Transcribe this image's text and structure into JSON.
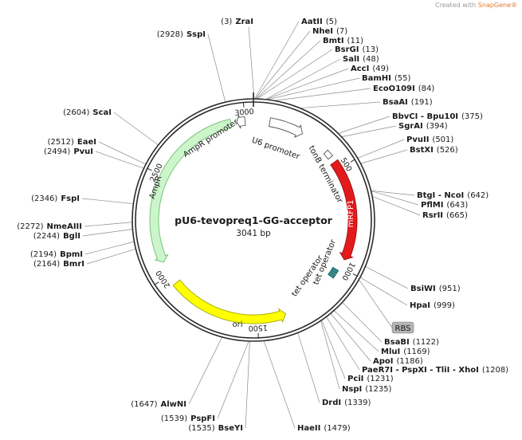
{
  "plasmid": {
    "name": "pU6-tevopreq1-GG-acceptor",
    "length_label": "3041 bp",
    "length": 3041
  },
  "watermark": {
    "prefix": "Created with ",
    "brand": "SnapGene®"
  },
  "ruler": {
    "ticks": [
      {
        "pos": 500,
        "label": "500"
      },
      {
        "pos": 1000,
        "label": "1000"
      },
      {
        "pos": 1500,
        "label": "1500"
      },
      {
        "pos": 2000,
        "label": "2000"
      },
      {
        "pos": 2500,
        "label": "2500"
      },
      {
        "pos": 3000,
        "label": "3000"
      }
    ]
  },
  "features": [
    {
      "id": "ampr-promoter",
      "name": "AmpR promoter",
      "start": 2960,
      "end": 3000,
      "direction": "reverse",
      "color": "#ffffff",
      "stroke": "#555555"
    },
    {
      "id": "ampr",
      "name": "AmpR",
      "start": 2068,
      "end": 2930,
      "direction": "reverse",
      "color": "#ccf5cc",
      "stroke": "#6cbf6c"
    },
    {
      "id": "u6-promoter",
      "name": "U6 promoter",
      "start": 80,
      "end": 250,
      "direction": "forward",
      "color": "#ffffff",
      "stroke": "#555555"
    },
    {
      "id": "tonb-terminator",
      "name": "tonB terminator",
      "start": 395,
      "end": 430,
      "direction": "none",
      "color": "#ffffff",
      "stroke": "#555555"
    },
    {
      "id": "mrfp1",
      "name": "mRFP1",
      "start": 460,
      "end": 960,
      "direction": "forward",
      "color": "#e31a1c",
      "stroke": "#9c1010"
    },
    {
      "id": "tet-operator-1",
      "name": "tet operator",
      "start": 1020,
      "end": 1040,
      "direction": "none",
      "color": "#2e8b8b",
      "stroke": "#1f5f5f"
    },
    {
      "id": "tet-operator-2",
      "name": "tet operator",
      "start": 1045,
      "end": 1065,
      "direction": "none",
      "color": "#2e8b8b",
      "stroke": "#1f5f5f"
    },
    {
      "id": "ori",
      "name": "ori",
      "start": 1360,
      "end": 1950,
      "direction": "reverse",
      "color": "#ffff00",
      "stroke": "#a6a600"
    },
    {
      "id": "rbs",
      "name": "RBS",
      "start": 1004,
      "end": 1014,
      "direction": "none",
      "color": "#b4b4b4",
      "stroke": "#7a7a7a"
    }
  ],
  "sites_right": [
    {
      "name": "ZraI",
      "pos": "(3)",
      "bp": 3
    },
    {
      "name": "AatII",
      "pos": "(5)",
      "bp": 5
    },
    {
      "name": "NheI",
      "pos": "(7)",
      "bp": 7
    },
    {
      "name": "BmtI",
      "pos": "(11)",
      "bp": 11
    },
    {
      "name": "BsrGI",
      "pos": "(13)",
      "bp": 13
    },
    {
      "name": "SalI",
      "pos": "(48)",
      "bp": 48
    },
    {
      "name": "AccI",
      "pos": "(49)",
      "bp": 49
    },
    {
      "name": "BamHI",
      "pos": "(55)",
      "bp": 55
    },
    {
      "name": "EcoO109I",
      "pos": "(84)",
      "bp": 84
    },
    {
      "name": "BsaAI",
      "pos": "(191)",
      "bp": 191
    },
    {
      "name": "BbvCI - Bpu10I",
      "pos": "(375)",
      "bp": 375
    },
    {
      "name": "SgrAI",
      "pos": "(394)",
      "bp": 394
    },
    {
      "name": "PvuII",
      "pos": "(501)",
      "bp": 501
    },
    {
      "name": "BstXI",
      "pos": "(526)",
      "bp": 526
    },
    {
      "name": "BtgI - NcoI",
      "pos": "(642)",
      "bp": 642
    },
    {
      "name": "PflMI",
      "pos": "(643)",
      "bp": 643
    },
    {
      "name": "RsrII",
      "pos": "(665)",
      "bp": 665
    },
    {
      "name": "BsiWI",
      "pos": "(951)",
      "bp": 951
    },
    {
      "name": "HpaI",
      "pos": "(999)",
      "bp": 999
    },
    {
      "name": "BsaBI",
      "pos": "(1122)",
      "bp": 1122
    },
    {
      "name": "MluI",
      "pos": "(1169)",
      "bp": 1169
    },
    {
      "name": "ApoI",
      "pos": "(1186)",
      "bp": 1186
    },
    {
      "name": "PaeR7I - PspXI - TliI - XhoI",
      "pos": "(1208)",
      "bp": 1208
    },
    {
      "name": "PciI",
      "pos": "(1231)",
      "bp": 1231
    },
    {
      "name": "NspI",
      "pos": "(1235)",
      "bp": 1235
    },
    {
      "name": "DrdI",
      "pos": "(1339)",
      "bp": 1339
    },
    {
      "name": "HaeII",
      "pos": "(1479)",
      "bp": 1479
    }
  ],
  "sites_left": [
    {
      "name": "SspI",
      "pos": "(2928)",
      "bp": 2928
    },
    {
      "name": "ScaI",
      "pos": "(2604)",
      "bp": 2604
    },
    {
      "name": "EaeI",
      "pos": "(2512)",
      "bp": 2512
    },
    {
      "name": "PvuI",
      "pos": "(2494)",
      "bp": 2494
    },
    {
      "name": "FspI",
      "pos": "(2346)",
      "bp": 2346
    },
    {
      "name": "NmeAIII",
      "pos": "(2272)",
      "bp": 2272
    },
    {
      "name": "BglI",
      "pos": "(2244)",
      "bp": 2244
    },
    {
      "name": "BpmI",
      "pos": "(2194)",
      "bp": 2194
    },
    {
      "name": "BmrI",
      "pos": "(2164)",
      "bp": 2164
    },
    {
      "name": "AlwNI",
      "pos": "(1647)",
      "bp": 1647
    },
    {
      "name": "PspFI",
      "pos": "(1539)",
      "bp": 1539
    },
    {
      "name": "BseYI",
      "pos": "(1535)",
      "bp": 1535
    }
  ]
}
